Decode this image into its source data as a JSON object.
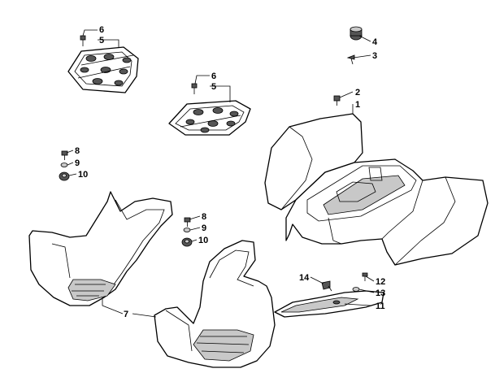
{
  "callouts": {
    "c1": "1",
    "c2": "2",
    "c3": "3",
    "c4": "4",
    "c5a": "5",
    "c6a": "6",
    "c5b": "5",
    "c6b": "6",
    "c7": "7",
    "c8a": "8",
    "c9a": "9",
    "c10a": "10",
    "c8b": "8",
    "c9b": "9",
    "c10b": "10",
    "c11": "11",
    "c12": "12",
    "c13": "13",
    "c14": "14"
  }
}
